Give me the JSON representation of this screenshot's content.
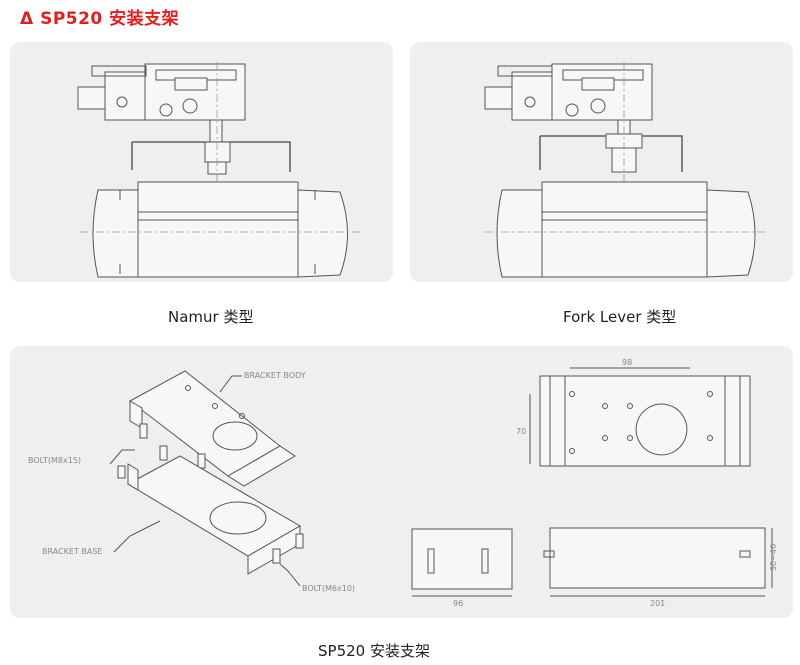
{
  "title": "Δ SP520 安装支架",
  "views": {
    "namur": {
      "caption": "Namur 类型"
    },
    "fork": {
      "caption": "Fork Lever 类型"
    }
  },
  "bracket": {
    "caption": "SP520 安装支架",
    "labels": {
      "bracket_body": "BRACKET BODY",
      "bolt_m8": "BOLT(M8x15)",
      "bracket_base": "BRACKET BASE",
      "bolt_m6": "BOLT(M6x10)"
    },
    "dims": {
      "top_width": "98",
      "top_height": "70",
      "side_width": "96",
      "front_width": "201",
      "front_height": "30~46"
    }
  }
}
